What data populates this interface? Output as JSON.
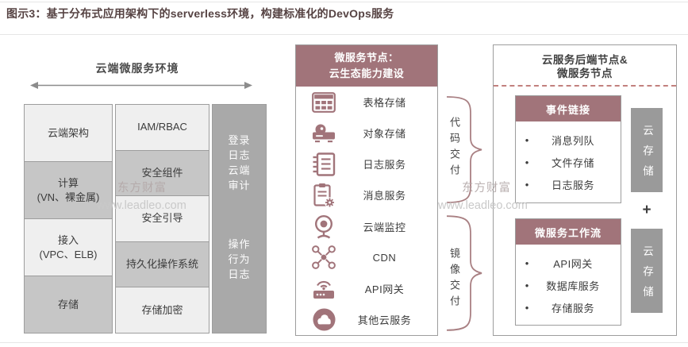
{
  "title": "图示3：基于分布式应用架构下的serverless环境，构建标准化的DevOps服务",
  "colors": {
    "accent": "#a1747a",
    "cell_light": "#efefef",
    "cell_gray": "#c6c6c6",
    "audit_column_gray": "#a9a9a9",
    "storage_gray": "#9a9a9a",
    "dashed_line": "#c2807e"
  },
  "left": {
    "header": "云端微服务环境",
    "col1": [
      "云端架构",
      "计算\n(VN、裸金属)",
      "接入\n(VPC、ELB)",
      "存储"
    ],
    "col2": [
      "IAM/RBAC",
      "安全组件",
      "安全引导",
      "持久化操作系统",
      "存储加密"
    ],
    "col3": [
      "登录\n日志\n云端\n审计",
      "操作\n行为\n日志"
    ]
  },
  "middle": {
    "header": "微服务节点：\n云生态能力建设",
    "items": [
      {
        "icon": "table-storage-icon",
        "label": "表格存储"
      },
      {
        "icon": "object-storage-icon",
        "label": "对象存储"
      },
      {
        "icon": "log-service-icon",
        "label": "日志服务"
      },
      {
        "icon": "message-service-icon",
        "label": "消息服务"
      },
      {
        "icon": "cloud-monitor-icon",
        "label": "云端监控"
      },
      {
        "icon": "cdn-icon",
        "label": "CDN"
      },
      {
        "icon": "api-gateway-icon",
        "label": "API网关"
      },
      {
        "icon": "other-cloud-icon",
        "label": "其他云服务"
      }
    ]
  },
  "braces": [
    {
      "label": "代码交付"
    },
    {
      "label": "镜像交付"
    }
  ],
  "right": {
    "title": "云服务后端节点&\n微服务节点",
    "boxes": [
      {
        "header": "事件链接",
        "items": [
          "消息列队",
          "文件存储",
          "日志服务"
        ]
      },
      {
        "header": "微服务工作流",
        "items": [
          "API网关",
          "数据库服务",
          "存储服务"
        ]
      }
    ],
    "storage_label": "云存储",
    "plus": "+"
  },
  "watermarks": {
    "brand": "东方财富",
    "url": "www.leadleo.com"
  }
}
